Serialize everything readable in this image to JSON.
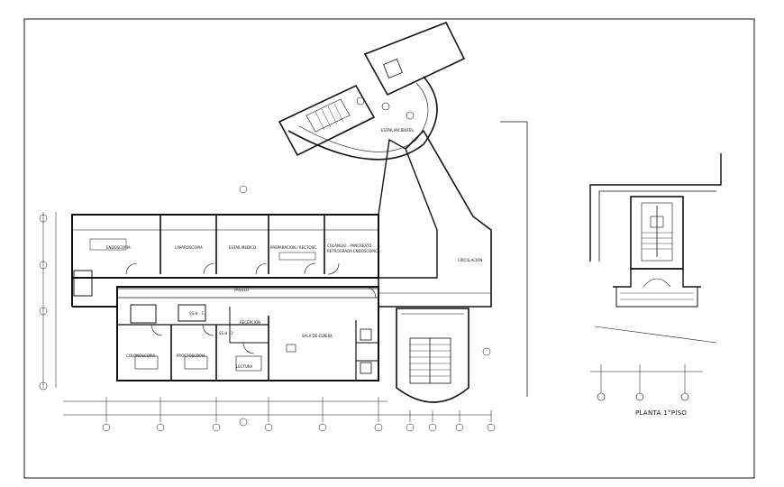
{
  "drawing": {
    "sheet_title": "PLANTA 1°PISO",
    "colors": {
      "line": "#111111",
      "wall": "#111111",
      "paper": "#ffffff",
      "tag": "#333333"
    }
  },
  "rooms": {
    "endoscopia": "ENDOSCOPIA",
    "laparoscopia": "LAPAROSCOPIA",
    "estar_medico": "ESTAR MEDICO",
    "preparacion": "PREPARACION / RECTOSC.",
    "colangio_line1": "COLANGIO - PANCREATO",
    "colangio_line2": "RETROGRADA ENDOSCOPICA",
    "circulacion": "CIRCULACION",
    "estar_pacientes": "ESTAR PACIENTES",
    "pasillo": "PASILLO",
    "colonoscopia": "COLONOSCOPIA",
    "proctoscopia": "PROCTOSCOPIA",
    "recepcion": "RECEPCION",
    "sala_espera": "SALA DE ESPERA",
    "lectura": "LECTURA",
    "ssh_1": "SS.H - 1",
    "ssh_2": "SS.H - 2"
  }
}
